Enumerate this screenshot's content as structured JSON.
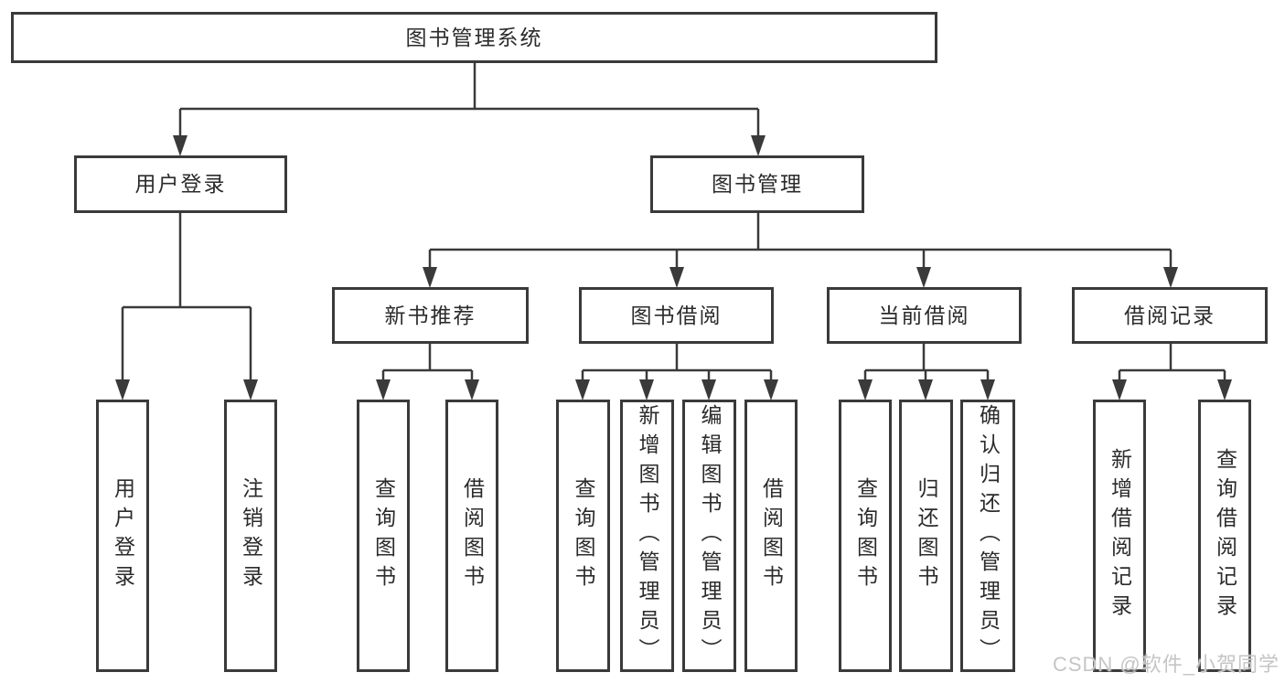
{
  "diagram": {
    "root": {
      "label": "图书管理系统"
    },
    "children": [
      {
        "label": "用户登录",
        "children": [
          {
            "label": "用户登录"
          },
          {
            "label": "注销登录"
          }
        ]
      },
      {
        "label": "图书管理",
        "children": [
          {
            "label": "新书推荐",
            "children": [
              {
                "label": "查询图书"
              },
              {
                "label": "借阅图书"
              }
            ]
          },
          {
            "label": "图书借阅",
            "children": [
              {
                "label": "查询图书"
              },
              {
                "label": "新增图书（管理员）"
              },
              {
                "label": "编辑图书（管理员）"
              },
              {
                "label": "借阅图书"
              }
            ]
          },
          {
            "label": "当前借阅",
            "children": [
              {
                "label": "查询图书"
              },
              {
                "label": "归还图书"
              },
              {
                "label": "确认归还（管理员）"
              }
            ]
          },
          {
            "label": "借阅记录",
            "children": [
              {
                "label": "新增借阅记录"
              },
              {
                "label": "查询借阅记录"
              }
            ]
          }
        ]
      }
    ]
  },
  "colors": {
    "line": "#3a3a3a",
    "text": "#2b2b2b",
    "watermark": "#c5c5c5"
  },
  "watermark": "CSDN @软件_小贺同学"
}
